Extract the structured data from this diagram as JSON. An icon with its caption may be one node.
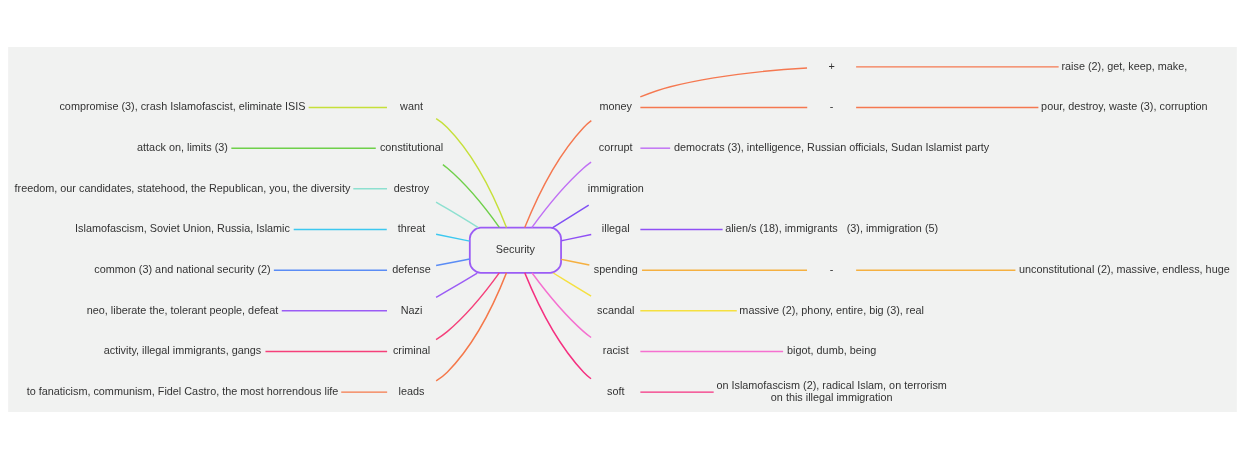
{
  "diagram": {
    "nodes": [
      {
        "text": [
          "Security"
        ]
      },
      {
        "text": [
          "compromise (3), crash Islamofascist, eliminate ISIS"
        ]
      },
      {
        "text": [
          "want"
        ]
      },
      {
        "text": [
          "attack on, limits (3)"
        ]
      },
      {
        "text": [
          "constitutional"
        ]
      },
      {
        "text": [
          "freedom, our candidates, statehood, the Republican, you, the diversity"
        ]
      },
      {
        "text": [
          "destroy"
        ]
      },
      {
        "text": [
          "Islamofascism, Soviet Union, Russia, Islamic"
        ]
      },
      {
        "text": [
          "threat"
        ]
      },
      {
        "text": [
          "common (3) and national security (2)"
        ]
      },
      {
        "text": [
          "defense"
        ]
      },
      {
        "text": [
          "neo, liberate the, tolerant people, defeat"
        ]
      },
      {
        "text": [
          "Nazi"
        ]
      },
      {
        "text": [
          "activity, illegal immigrants, gangs"
        ]
      },
      {
        "text": [
          "criminal"
        ]
      },
      {
        "text": [
          "to fanaticism, communism, Fidel Castro, the most horrendous life"
        ]
      },
      {
        "text": [
          "leads"
        ]
      },
      {
        "text": [
          "money"
        ]
      },
      {
        "text": [
          "+"
        ]
      },
      {
        "text": [
          "raise (2), get, keep, make,"
        ]
      },
      {
        "text": [
          "-"
        ]
      },
      {
        "text": [
          "pour, destroy, waste (3), corruption"
        ]
      },
      {
        "text": [
          "corrupt"
        ]
      },
      {
        "text": [
          "democrats (3), intelligence, Russian officials, Sudan Islamist party"
        ]
      },
      {
        "text": [
          "immigration"
        ]
      },
      {
        "text": [
          "illegal"
        ]
      },
      {
        "text": [
          "alien/s (18), immigrants   (3), immigration (5)"
        ]
      },
      {
        "text": [
          "spending"
        ]
      },
      {
        "text": [
          "-"
        ]
      },
      {
        "text": [
          "unconstitutional (2), massive, endless, huge"
        ]
      },
      {
        "text": [
          "scandal"
        ]
      },
      {
        "text": [
          "massive (2), phony, entire, big (3), real"
        ]
      },
      {
        "text": [
          "racist"
        ]
      },
      {
        "text": [
          "bigot, dumb, being"
        ]
      },
      {
        "text": [
          "soft"
        ]
      },
      {
        "text": [
          "on Islamofascism (2), radical Islam, on terrorism",
          "on this illegal immigration"
        ]
      }
    ],
    "edges": [
      {
        "from": 1,
        "to": 2,
        "arrow": "none",
        "color": "#c6e03a"
      },
      {
        "from": 2,
        "to": 0,
        "arrow": "none",
        "color": "#c6e03a"
      },
      {
        "from": 3,
        "to": 4,
        "arrow": "none",
        "color": "#6fd04a"
      },
      {
        "from": 4,
        "to": 0,
        "arrow": "none",
        "color": "#6fd04a"
      },
      {
        "from": 5,
        "to": 6,
        "arrow": "none",
        "color": "#8de0d0"
      },
      {
        "from": 6,
        "to": 0,
        "arrow": "none",
        "color": "#8de0d0"
      },
      {
        "from": 7,
        "to": 8,
        "arrow": "none",
        "color": "#3cc8f0"
      },
      {
        "from": 8,
        "to": 0,
        "arrow": "none",
        "color": "#3cc8f0"
      },
      {
        "from": 9,
        "to": 10,
        "arrow": "none",
        "color": "#5a8cf5"
      },
      {
        "from": 10,
        "to": 0,
        "arrow": "none",
        "color": "#5a8cf5"
      },
      {
        "from": 11,
        "to": 12,
        "arrow": "none",
        "color": "#9b5cf5"
      },
      {
        "from": 12,
        "to": 0,
        "arrow": "none",
        "color": "#9b5cf5"
      },
      {
        "from": 13,
        "to": 14,
        "arrow": "none",
        "color": "#f5407a"
      },
      {
        "from": 14,
        "to": 0,
        "arrow": "none",
        "color": "#f5407a"
      },
      {
        "from": 15,
        "to": 16,
        "arrow": "none",
        "color": "#f5784a"
      },
      {
        "from": 16,
        "to": 0,
        "arrow": "none",
        "color": "#f5784a"
      },
      {
        "from": 0,
        "to": 17,
        "arrow": "none",
        "color": "#f57850"
      },
      {
        "from": 17,
        "to": 18,
        "arrow": "none",
        "color": "#f57850"
      },
      {
        "from": 18,
        "to": 19,
        "arrow": "none",
        "color": "#f57850"
      },
      {
        "from": 17,
        "to": 20,
        "arrow": "none",
        "color": "#f57850"
      },
      {
        "from": 20,
        "to": 21,
        "arrow": "none",
        "color": "#f57850"
      },
      {
        "from": 0,
        "to": 22,
        "arrow": "none",
        "color": "#c070f5"
      },
      {
        "from": 22,
        "to": 23,
        "arrow": "none",
        "color": "#c070f5"
      },
      {
        "from": 0,
        "to": 24,
        "arrow": "none",
        "color": "#8050f5"
      },
      {
        "from": 0,
        "to": 25,
        "arrow": "none",
        "color": "#9050f5"
      },
      {
        "from": 25,
        "to": 26,
        "arrow": "none",
        "color": "#9050f5"
      },
      {
        "from": 0,
        "to": 27,
        "arrow": "none",
        "color": "#f5b040"
      },
      {
        "from": 27,
        "to": 28,
        "arrow": "none",
        "color": "#f5b040"
      },
      {
        "from": 28,
        "to": 29,
        "arrow": "none",
        "color": "#f5b040"
      },
      {
        "from": 0,
        "to": 30,
        "arrow": "none",
        "color": "#f5e040"
      },
      {
        "from": 30,
        "to": 31,
        "arrow": "none",
        "color": "#f5e040"
      },
      {
        "from": 0,
        "to": 32,
        "arrow": "none",
        "color": "#f570d0"
      },
      {
        "from": 32,
        "to": 33,
        "arrow": "none",
        "color": "#f570d0"
      },
      {
        "from": 0,
        "to": 34,
        "arrow": "none",
        "color": "#f53080"
      },
      {
        "from": 34,
        "to": 35,
        "arrow": "none",
        "color": "#f53080"
      }
    ]
  }
}
